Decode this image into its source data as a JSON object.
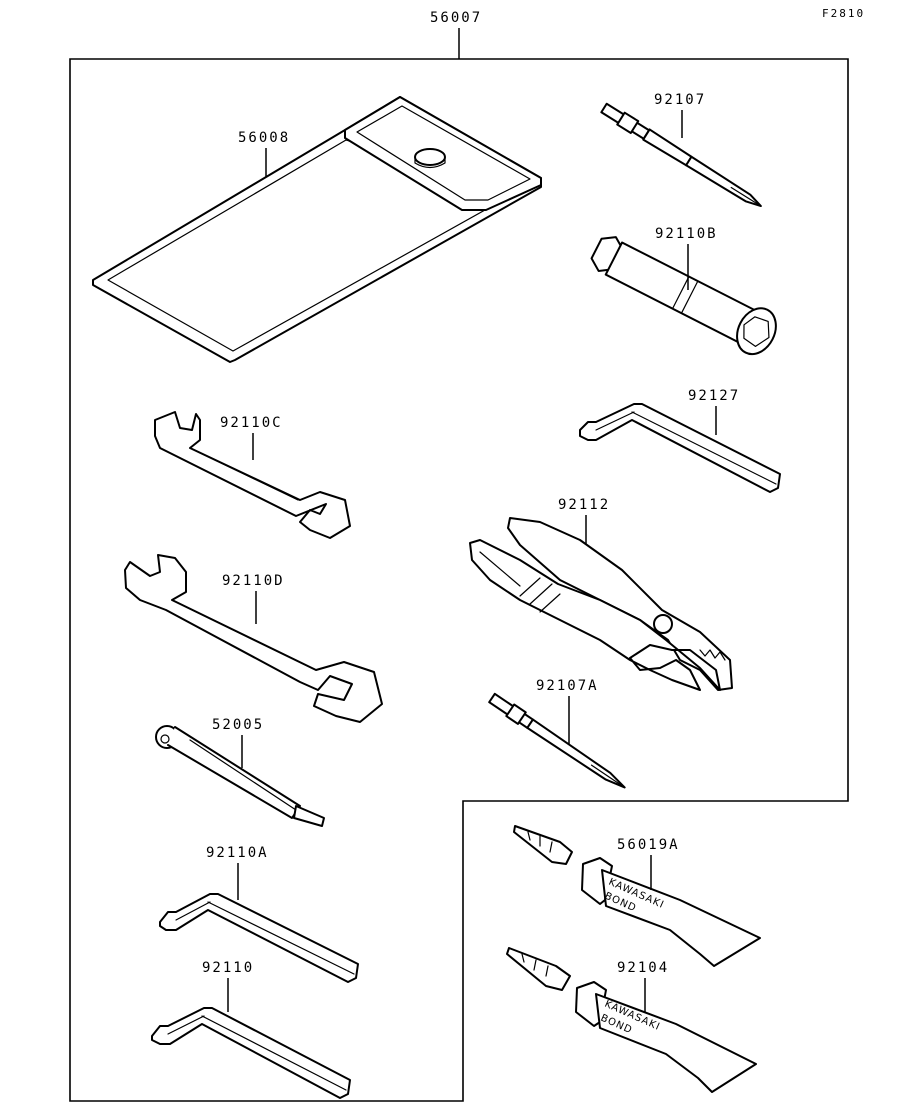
{
  "figure_code": "F2810",
  "kit_number": "56007",
  "parts": [
    {
      "id": "56008"
    },
    {
      "id": "92107"
    },
    {
      "id": "92110B"
    },
    {
      "id": "92127"
    },
    {
      "id": "92110C"
    },
    {
      "id": "92112"
    },
    {
      "id": "92110D"
    },
    {
      "id": "92107A"
    },
    {
      "id": "52005"
    },
    {
      "id": "56019A"
    },
    {
      "id": "92110A"
    },
    {
      "id": "92104"
    },
    {
      "id": "92110"
    }
  ],
  "tube_label": {
    "line1": "KAWASAKI",
    "line2": "BOND"
  }
}
